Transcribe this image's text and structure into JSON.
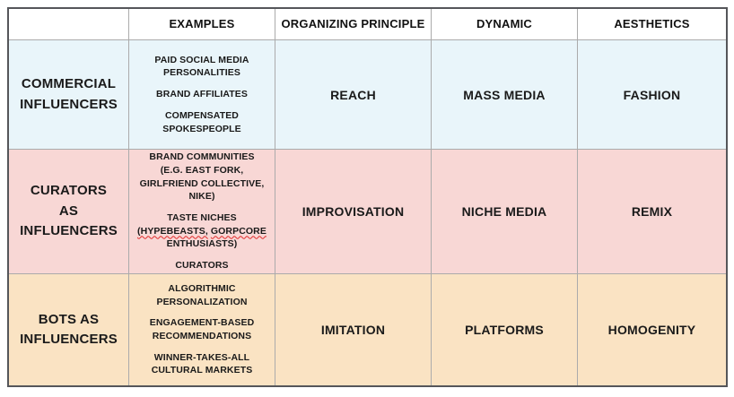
{
  "colors": {
    "row_commercial_bg": "#e9f5fa",
    "row_curators_bg": "#f8d7d5",
    "row_bots_bg": "#fae3c3",
    "grid_line": "#ababab",
    "outer_border": "#55565a",
    "spellcheck_underline": "#e02a2a",
    "text": "#1a1a1a"
  },
  "table": {
    "columns": [
      {
        "label": ""
      },
      {
        "label": "EXAMPLES"
      },
      {
        "label": "ORGANIZING PRINCIPLE"
      },
      {
        "label": "DYNAMIC"
      },
      {
        "label": "AESTHETICS"
      }
    ],
    "rows": [
      {
        "label": "COMMERCIAL INFLUENCERS",
        "bg": "#e9f5fa",
        "examples": [
          "PAID SOCIAL MEDIA PERSONALITIES",
          "BRAND AFFILIATES",
          "COMPENSATED SPOKESPEOPLE"
        ],
        "organizing_principle": "REACH",
        "dynamic": "MASS MEDIA",
        "aesthetics": "FASHION"
      },
      {
        "label": "CURATORS AS INFLUENCERS",
        "bg": "#f8d7d5",
        "examples": [
          "BRAND COMMUNITIES (E.G. EAST FORK, GIRLFRIEND COLLECTIVE, NIKE)",
          {
            "parts": [
              {
                "text": "TASTE NICHES "
              },
              {
                "text": "(HYPEBEASTS,",
                "misspelled": true
              },
              {
                "text": " "
              },
              {
                "text": "GORPCORE",
                "misspelled": true
              },
              {
                "text": " ENTHUSIASTS)"
              }
            ]
          },
          "CURATORS"
        ],
        "organizing_principle": "IMPROVISATION",
        "dynamic": "NICHE MEDIA",
        "aesthetics": "REMIX"
      },
      {
        "label": "BOTS AS INFLUENCERS",
        "bg": "#fae3c3",
        "examples": [
          "ALGORITHMIC PERSONALIZATION",
          "ENGAGEMENT-BASED RECOMMENDATIONS",
          "WINNER-TAKES-ALL CULTURAL MARKETS"
        ],
        "organizing_principle": "IMITATION",
        "dynamic": "PLATFORMS",
        "aesthetics": "HOMOGENITY"
      }
    ]
  }
}
